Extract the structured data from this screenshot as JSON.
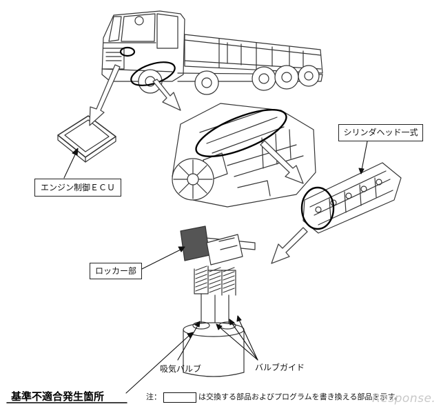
{
  "labels": {
    "ecu": "エンジン制御ＥＣＵ",
    "cylinder_head": "シリンダヘッド一式",
    "rocker": "ロッカー部",
    "intake_valve": "吸気バルブ",
    "valve_guide": "バルブガイド",
    "noncompliance": "基準不適合発生箇所"
  },
  "note": {
    "prefix": "注：",
    "text": "は交換する部品およびプログラムを書き換える部品を示す。"
  },
  "watermark": "Response."
}
